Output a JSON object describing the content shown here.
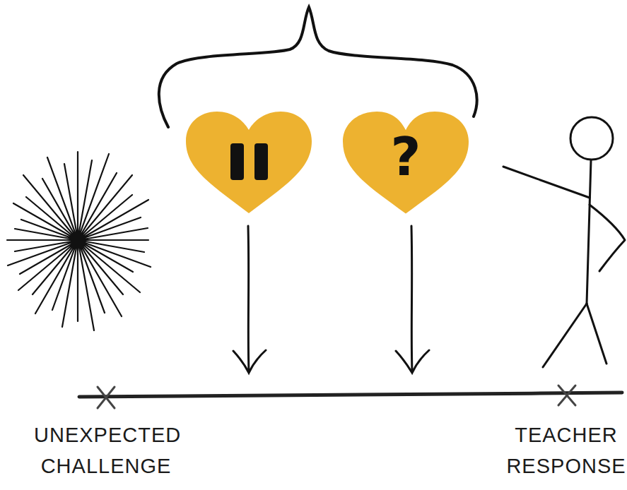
{
  "diagram": {
    "nodes": [
      {
        "text": [
          "?"
        ]
      }
    ],
    "labels": [
      "UNEXPECTED CHALLENGE",
      "TEACHER RESPONSE"
    ]
  }
}
